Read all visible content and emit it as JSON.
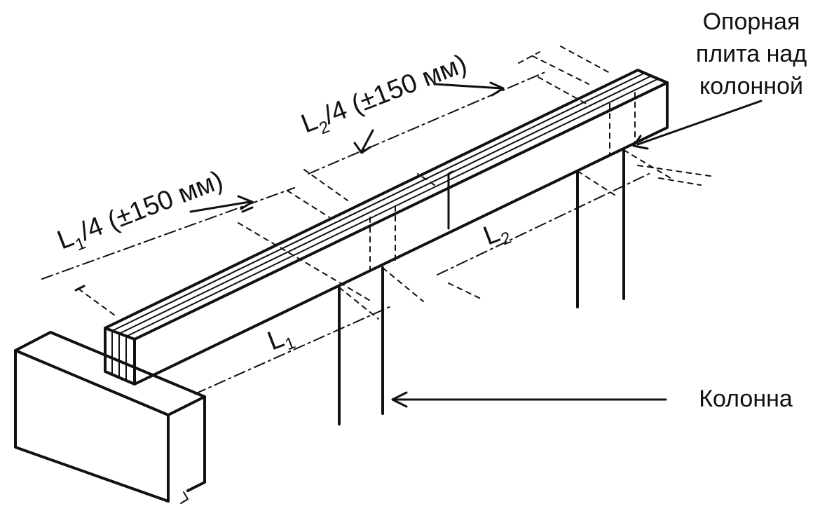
{
  "callouts": {
    "support_plate": [
      "Опорная",
      "плита над",
      "колонной"
    ],
    "column": "Колонна"
  },
  "dimensions": {
    "splice_1": {
      "main": "L",
      "sub": "1",
      "rest": "/4 (±150 мм)"
    },
    "splice_2": {
      "main": "L",
      "sub": "2",
      "rest": "/4 (±150 мм)"
    },
    "span_1": {
      "main": "L",
      "sub": "1"
    },
    "span_2": {
      "main": "L",
      "sub": "2"
    }
  }
}
